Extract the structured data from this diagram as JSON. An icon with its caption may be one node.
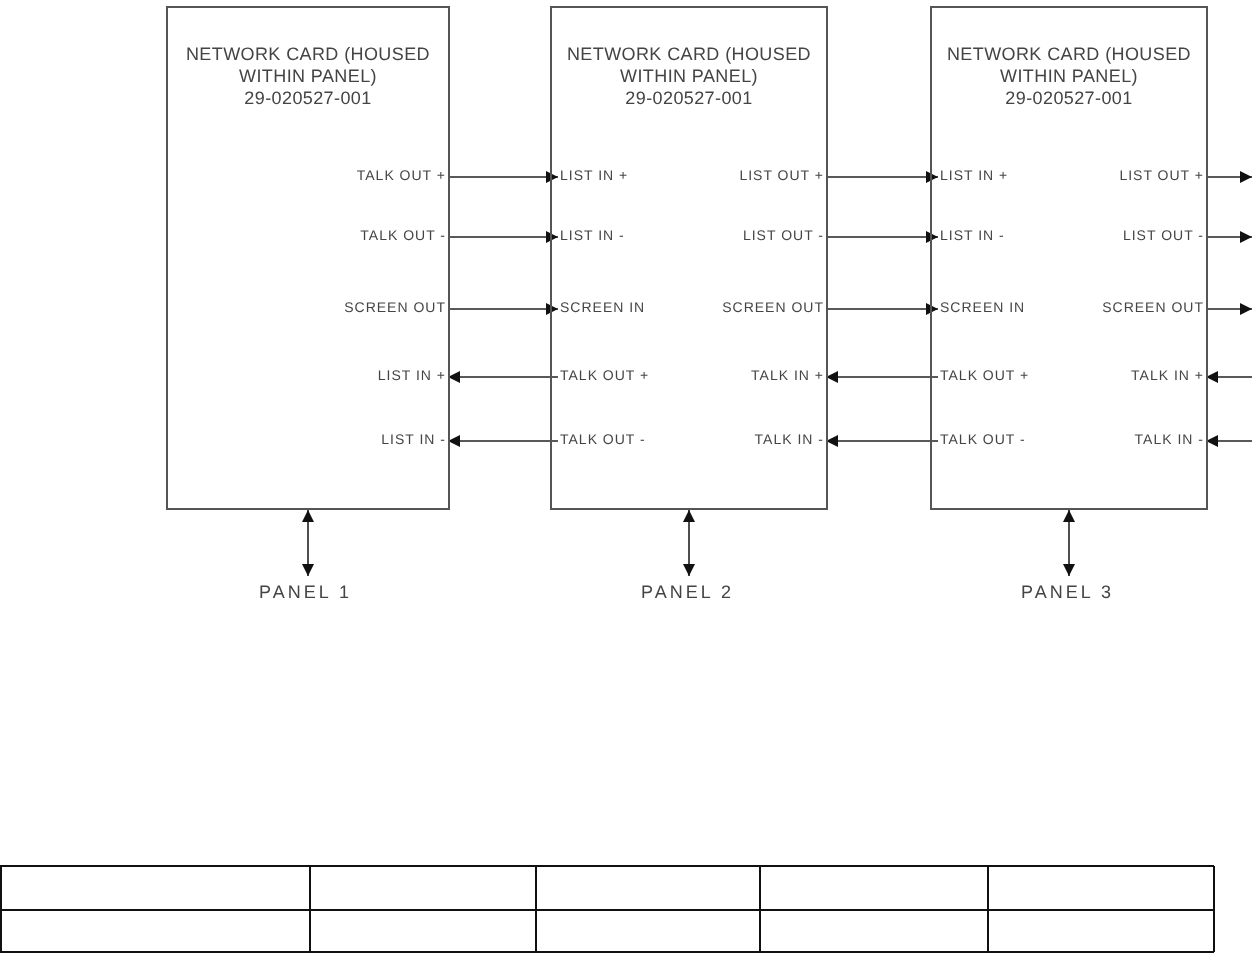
{
  "diagram": {
    "nodes": [
      {
        "text": [
          "NETWORK CARD (HOUSED WITHIN PANEL)",
          "29-020527-001"
        ]
      },
      {
        "text": [
          "TALK OUT +"
        ],
        "in": 0
      },
      {
        "text": [
          "TALK OUT -"
        ],
        "in": 0
      },
      {
        "text": [
          "SCREEN OUT"
        ],
        "in": 0
      },
      {
        "text": [
          "LIST IN +"
        ],
        "in": 0
      },
      {
        "text": [
          "LIST IN -"
        ],
        "in": 0
      },
      {
        "text": [
          "NETWORK CARD (HOUSED WITHIN PANEL)",
          "29-020527-001"
        ]
      },
      {
        "text": [
          "LIST IN +"
        ],
        "in": 6
      },
      {
        "text": [
          "LIST OUT +"
        ],
        "in": 6
      },
      {
        "text": [
          "LIST IN -"
        ],
        "in": 6
      },
      {
        "text": [
          "LIST OUT -"
        ],
        "in": 6
      },
      {
        "text": [
          "SCREEN IN"
        ],
        "in": 6
      },
      {
        "text": [
          "SCREEN OUT"
        ],
        "in": 6
      },
      {
        "text": [
          "TALK OUT +"
        ],
        "in": 6
      },
      {
        "text": [
          "TALK IN +"
        ],
        "in": 6
      },
      {
        "text": [
          "TALK OUT -"
        ],
        "in": 6
      },
      {
        "text": [
          "TALK IN -"
        ],
        "in": 6
      },
      {
        "text": [
          "NETWORK CARD (HOUSED WITHIN PANEL)",
          "29-020527-001"
        ]
      },
      {
        "text": [
          "LIST IN +"
        ],
        "in": 17
      },
      {
        "text": [
          "LIST OUT +"
        ],
        "in": 17
      },
      {
        "text": [
          "LIST IN -"
        ],
        "in": 17
      },
      {
        "text": [
          "LIST OUT -"
        ],
        "in": 17
      },
      {
        "text": [
          "SCREEN IN"
        ],
        "in": 17
      },
      {
        "text": [
          "SCREEN OUT"
        ],
        "in": 17
      },
      {
        "text": [
          "TALK OUT +"
        ],
        "in": 17
      },
      {
        "text": [
          "TALK IN +"
        ],
        "in": 17
      },
      {
        "text": [
          "TALK OUT -"
        ],
        "in": 17
      },
      {
        "text": [
          "TALK IN -"
        ],
        "in": 17
      },
      {
        "text": [
          "PANEL 1"
        ]
      },
      {
        "text": [
          "PANEL 2"
        ]
      },
      {
        "text": [
          "PANEL 3"
        ]
      }
    ],
    "edges": [
      {
        "from": 1,
        "to": 7,
        "arrow": "to"
      },
      {
        "from": 2,
        "to": 9,
        "arrow": "to"
      },
      {
        "from": 3,
        "to": 11,
        "arrow": "to"
      },
      {
        "from": 13,
        "to": 4,
        "arrow": "to"
      },
      {
        "from": 15,
        "to": 5,
        "arrow": "to"
      },
      {
        "from": 8,
        "to": 18,
        "arrow": "to"
      },
      {
        "from": 10,
        "to": 20,
        "arrow": "to"
      },
      {
        "from": 12,
        "to": 22,
        "arrow": "to"
      },
      {
        "from": 24,
        "to": 14,
        "arrow": "to"
      },
      {
        "from": 26,
        "to": 16,
        "arrow": "to"
      },
      {
        "from": 19,
        "to": null,
        "arrow": "to"
      },
      {
        "from": 21,
        "to": null,
        "arrow": "to"
      },
      {
        "from": 23,
        "to": null,
        "arrow": "to"
      },
      {
        "from": null,
        "to": 25,
        "arrow": "to"
      },
      {
        "from": null,
        "to": 27,
        "arrow": "to"
      },
      {
        "from": 0,
        "to": 28,
        "arrow": "both"
      },
      {
        "from": 6,
        "to": 29,
        "arrow": "both"
      },
      {
        "from": 17,
        "to": 30,
        "arrow": "both"
      }
    ]
  }
}
